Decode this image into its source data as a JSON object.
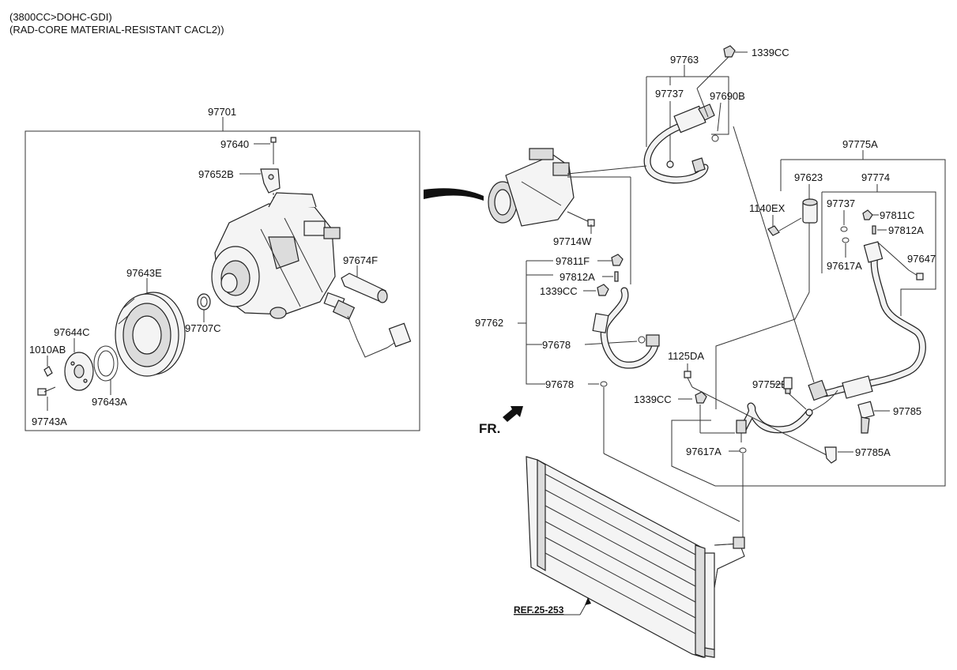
{
  "header": {
    "line1": "(3800CC>DOHC-GDI)",
    "line2": "(RAD-CORE MATERIAL-RESISTANT CACL2))"
  },
  "labels": {
    "compressor_assy": "97701",
    "bolt_97640": "97640",
    "bracket_97652B": "97652B",
    "switch_97674F": "97674F",
    "pulley_97643E": "97643E",
    "ring_97707C": "97707C",
    "hub_97644C": "97644C",
    "bolt_1010AB": "1010AB",
    "shim_97643A": "97643A",
    "bolt_97743A": "97743A",
    "bolt_97714W": "97714W",
    "hose_97763": "97763",
    "nut_1339CC_top": "1339CC",
    "hose_97737_top": "97737",
    "oring_97690B": "97690B",
    "tube_97775A": "97775A",
    "valve_97623": "97623",
    "tube_97774": "97774",
    "bolt_1140EX": "1140EX",
    "oring_97737_right": "97737",
    "cap_97811C": "97811C",
    "core_97812A_right": "97812A",
    "oring_97617A_right": "97617A",
    "bolt_97647": "97647",
    "cap_97811F": "97811F",
    "core_97812A_left": "97812A",
    "nut_1339CC_mid": "1339CC",
    "hose_97762": "97762",
    "oring_97678_a": "97678",
    "oring_97678_b": "97678",
    "bolt_1125DA": "1125DA",
    "sensor_97752B": "97752B",
    "nut_1339CC_low": "1339CC",
    "clamp_97785": "97785",
    "oring_97617A_low": "97617A",
    "bracket_97785A": "97785A",
    "front_indicator": "FR.",
    "ref_condenser": "REF.25-253"
  },
  "icons": {
    "front_arrow": "front-arrow-icon"
  }
}
